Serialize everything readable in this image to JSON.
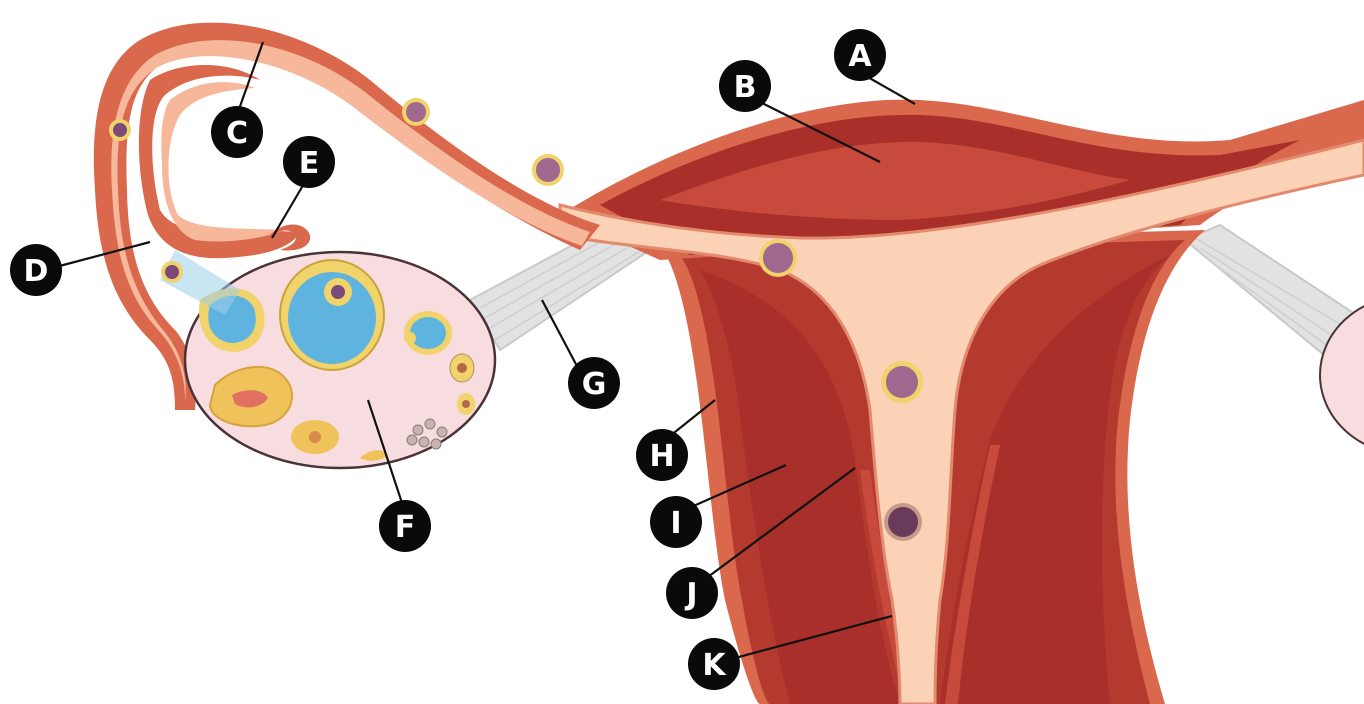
{
  "colors": {
    "background": "#ffffff",
    "wall_outer": "#d9684d",
    "wall_fill": "#f6b79a",
    "lumen": "#fbd2b6",
    "muscle_dark": "#a9302a",
    "muscle_mid": "#c84a3c",
    "ovary_fill": "#f8dde0",
    "ovary_stroke": "#4a3338",
    "follicle_blue": "#5fb3df",
    "follicle_yellow": "#f0d36a",
    "egg_purple": "#7b4a78",
    "ligament": "#dcdcdc",
    "label_bg": "#0a0a0a",
    "label_text": "#ffffff",
    "leader_line": "#111111"
  },
  "labels": {
    "a": "A",
    "b": "B",
    "c": "C",
    "d": "D",
    "e": "E",
    "f": "F",
    "g": "G",
    "h": "H",
    "i": "I",
    "j": "J",
    "k": "K"
  }
}
